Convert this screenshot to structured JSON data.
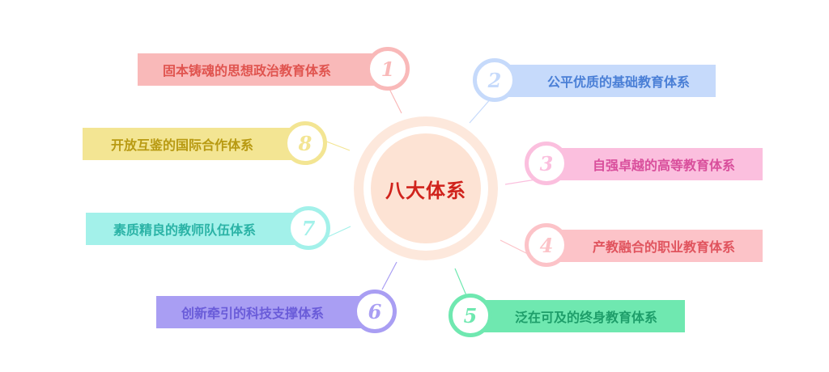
{
  "center": {
    "title": "八大体系"
  },
  "items": [
    {
      "number": "1",
      "label": "固本铸魂的思想政治教育体系",
      "color": "#f9b9b9",
      "text_color": "#e0544f"
    },
    {
      "number": "2",
      "label": "公平优质的基础教育体系",
      "color": "#c6dafb",
      "text_color": "#4a7fd6"
    },
    {
      "number": "3",
      "label": "自强卓越的高等教育体系",
      "color": "#fbbfde",
      "text_color": "#d94f9c"
    },
    {
      "number": "4",
      "label": "产教融合的职业教育体系",
      "color": "#fcc3c8",
      "text_color": "#e0545e"
    },
    {
      "number": "5",
      "label": "泛在可及的终身教育体系",
      "color": "#6fe8b0",
      "text_color": "#1e9e6a"
    },
    {
      "number": "6",
      "label": "创新牵引的科技支撑体系",
      "color": "#a99ef3",
      "text_color": "#6a5cd9"
    },
    {
      "number": "7",
      "label": "素质精良的教师队伍体系",
      "color": "#a3f1ea",
      "text_color": "#2bb3a6"
    },
    {
      "number": "8",
      "label": "开放互鉴的国际合作体系",
      "color": "#f3e593",
      "text_color": "#b89a12"
    }
  ]
}
